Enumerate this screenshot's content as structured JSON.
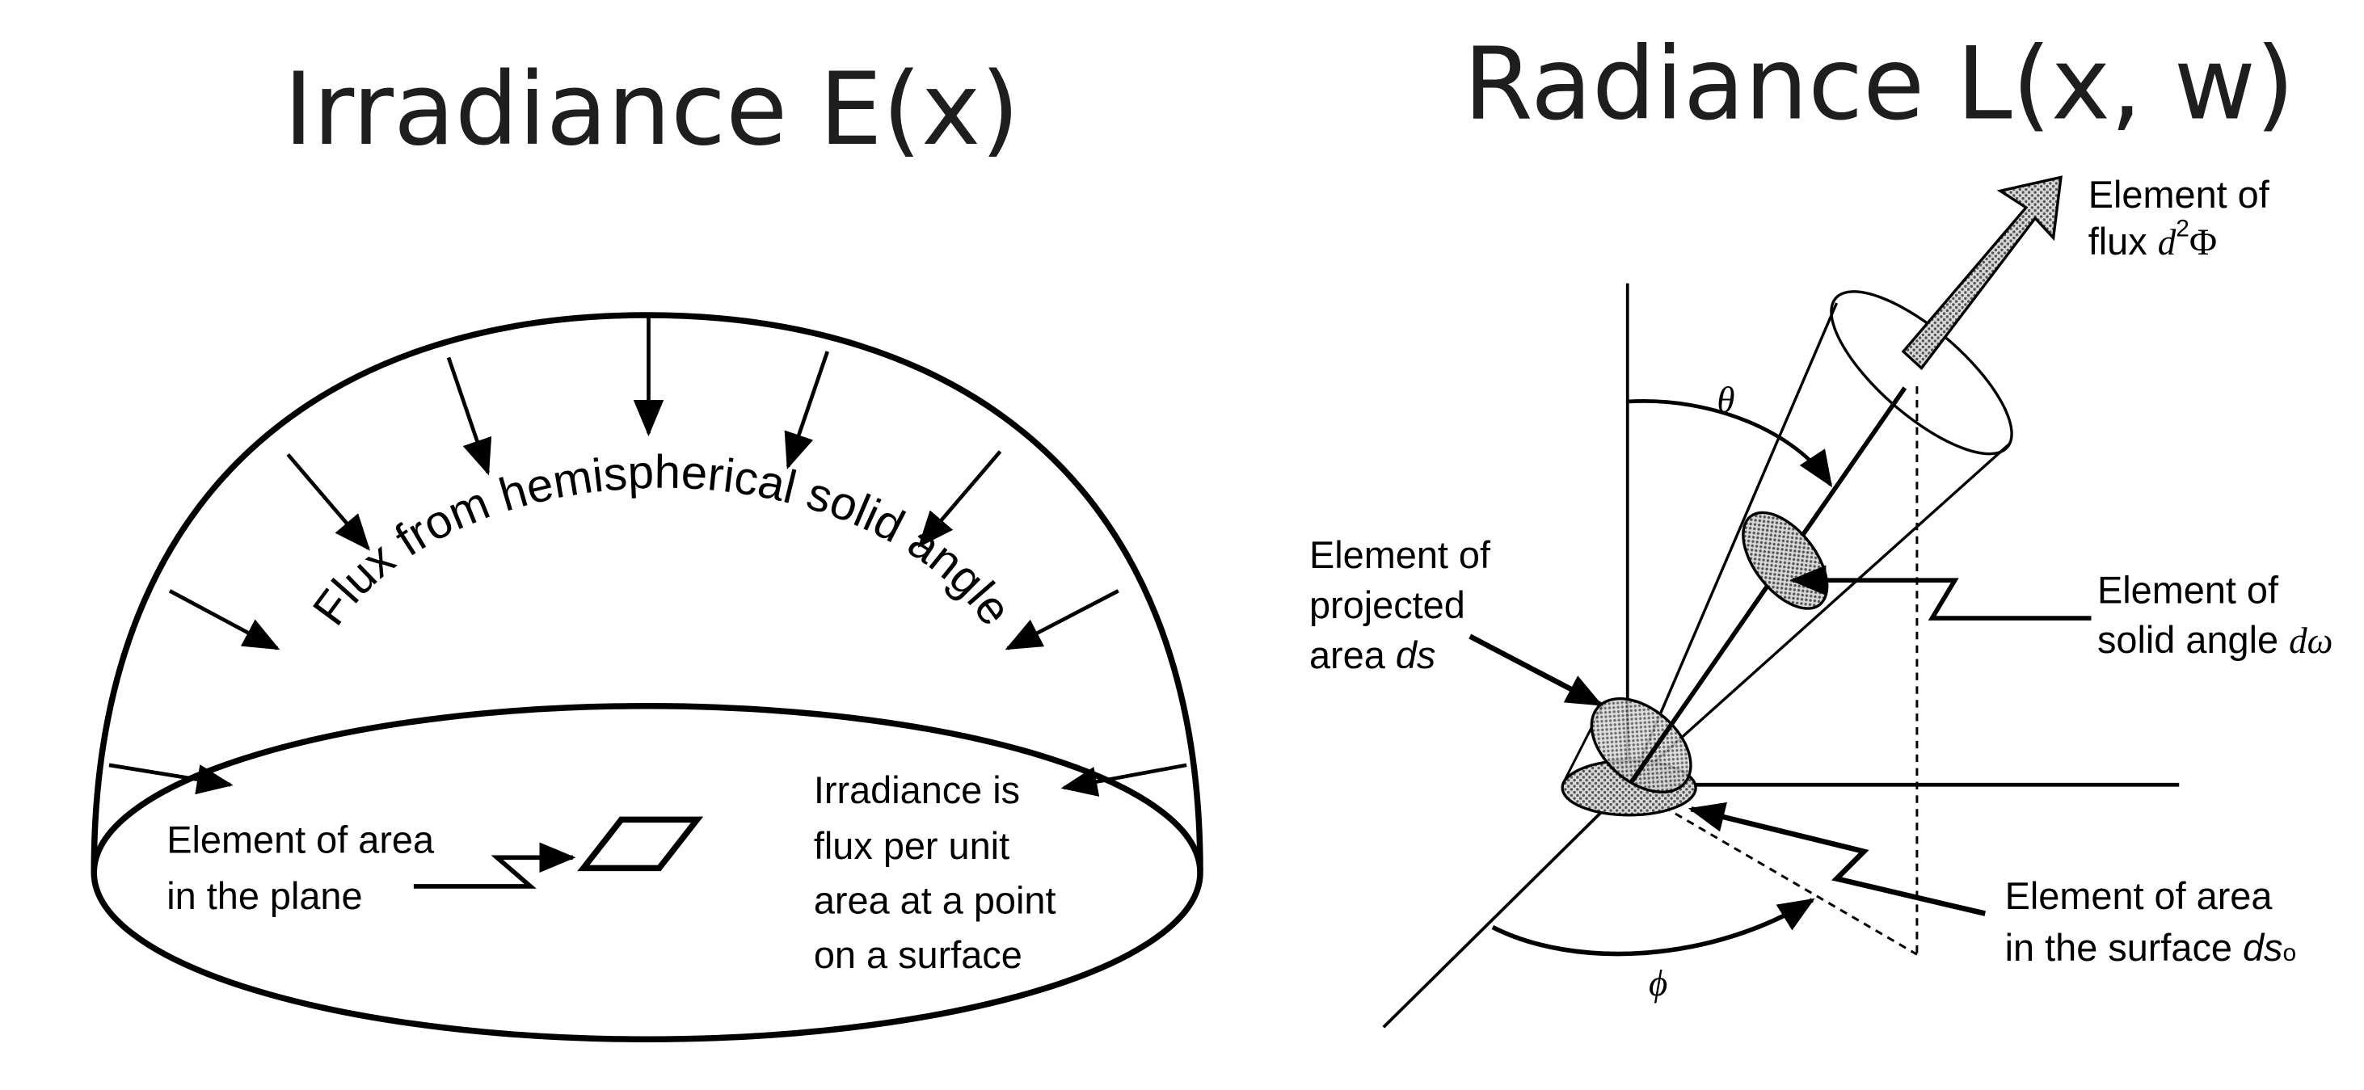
{
  "left": {
    "title": "Irradiance E(x)",
    "curved_label": "Flux from hemispherical solid angle",
    "element_label": [
      "Element of area",
      "in the plane"
    ],
    "note": [
      "Irradiance is",
      "flux per unit",
      "area at a point",
      "on a surface"
    ]
  },
  "right": {
    "title": "Radiance L(x, w)",
    "flux_label": [
      "Element of",
      "flux ",
      "d",
      "2",
      "Φ"
    ],
    "projected_label": [
      "Element of",
      "projected",
      "area ",
      "ds"
    ],
    "solid_angle_label": [
      "Element of",
      "solid angle ",
      "dω"
    ],
    "surface_label": [
      "Element of area",
      "in the surface ",
      "ds",
      "o"
    ],
    "theta": "θ",
    "phi": "ϕ"
  },
  "colors": {
    "ink": "#000000",
    "title": "#1e1e1e",
    "fill": "#b8b8b8"
  }
}
